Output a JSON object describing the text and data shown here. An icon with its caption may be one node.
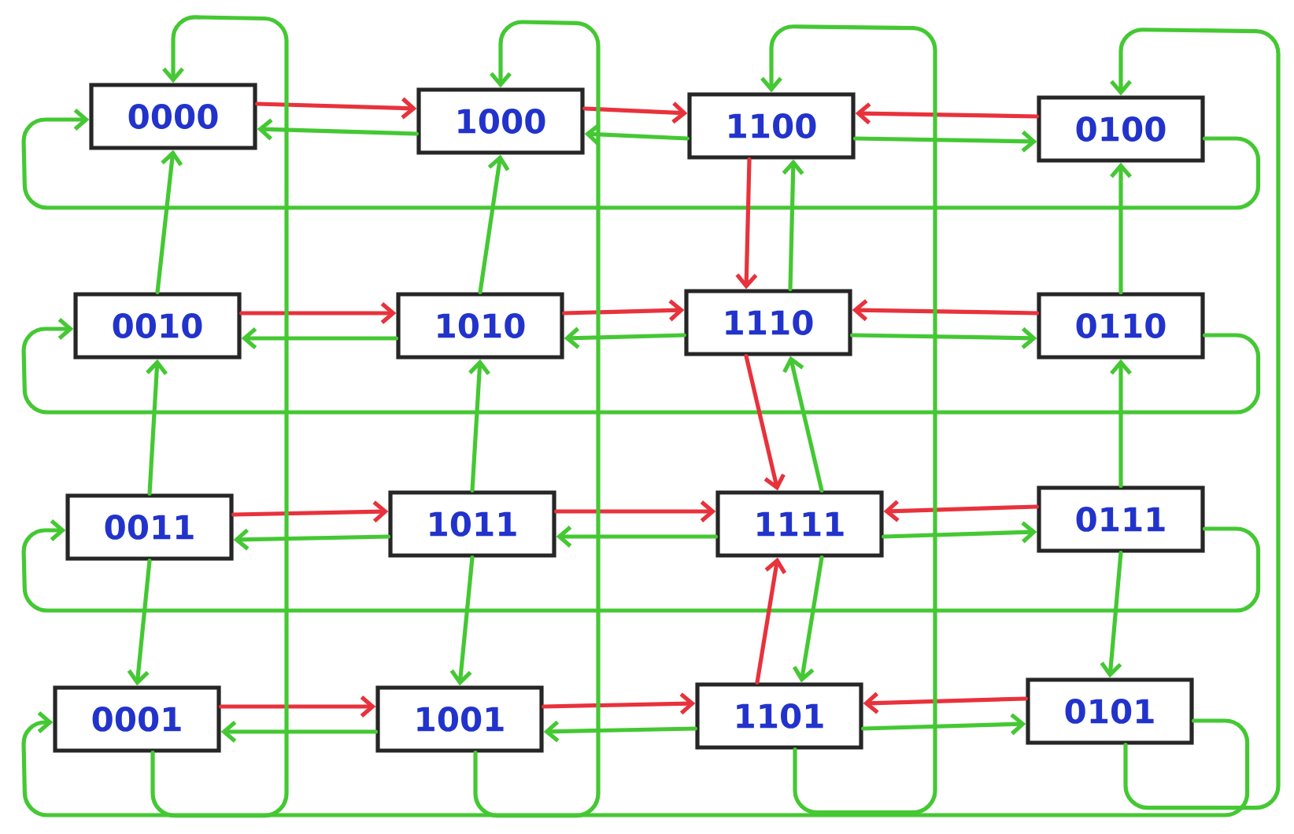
{
  "diagram": {
    "nodes": [
      {
        "text": [
          "0000"
        ]
      },
      {
        "text": [
          "1000"
        ]
      },
      {
        "text": [
          "1100"
        ]
      },
      {
        "text": [
          "0100"
        ]
      },
      {
        "text": [
          "0010"
        ]
      },
      {
        "text": [
          "1010"
        ]
      },
      {
        "text": [
          "1110"
        ]
      },
      {
        "text": [
          "0110"
        ]
      },
      {
        "text": [
          "0011"
        ]
      },
      {
        "text": [
          "1011"
        ]
      },
      {
        "text": [
          "1111"
        ]
      },
      {
        "text": [
          "0111"
        ]
      },
      {
        "text": [
          "0001"
        ]
      },
      {
        "text": [
          "1001"
        ]
      },
      {
        "text": [
          "1101"
        ]
      },
      {
        "text": [
          "0101"
        ]
      }
    ],
    "edges": [
      {
        "from": 0,
        "to": 1,
        "arrow": "to",
        "color": "#e8323c"
      },
      {
        "from": 1,
        "to": 0,
        "arrow": "to"
      },
      {
        "from": 1,
        "to": 2,
        "arrow": "to",
        "color": "#e8323c"
      },
      {
        "from": 2,
        "to": 1,
        "arrow": "to"
      },
      {
        "from": 3,
        "to": 2,
        "arrow": "to",
        "color": "#e8323c"
      },
      {
        "from": 2,
        "to": 3,
        "arrow": "to"
      },
      {
        "from": 3,
        "to": 0,
        "arrow": "to"
      },
      {
        "from": 4,
        "to": 5,
        "arrow": "to",
        "color": "#e8323c"
      },
      {
        "from": 5,
        "to": 4,
        "arrow": "to"
      },
      {
        "from": 5,
        "to": 6,
        "arrow": "to",
        "color": "#e8323c"
      },
      {
        "from": 6,
        "to": 5,
        "arrow": "to"
      },
      {
        "from": 7,
        "to": 6,
        "arrow": "to",
        "color": "#e8323c"
      },
      {
        "from": 6,
        "to": 7,
        "arrow": "to"
      },
      {
        "from": 7,
        "to": 4,
        "arrow": "to"
      },
      {
        "from": 8,
        "to": 9,
        "arrow": "to",
        "color": "#e8323c"
      },
      {
        "from": 9,
        "to": 8,
        "arrow": "to"
      },
      {
        "from": 9,
        "to": 10,
        "arrow": "to",
        "color": "#e8323c"
      },
      {
        "from": 10,
        "to": 9,
        "arrow": "to"
      },
      {
        "from": 11,
        "to": 10,
        "arrow": "to",
        "color": "#e8323c"
      },
      {
        "from": 10,
        "to": 11,
        "arrow": "to"
      },
      {
        "from": 11,
        "to": 8,
        "arrow": "to"
      },
      {
        "from": 12,
        "to": 13,
        "arrow": "to",
        "color": "#e8323c"
      },
      {
        "from": 13,
        "to": 12,
        "arrow": "to"
      },
      {
        "from": 13,
        "to": 14,
        "arrow": "to",
        "color": "#e8323c"
      },
      {
        "from": 14,
        "to": 13,
        "arrow": "to"
      },
      {
        "from": 15,
        "to": 14,
        "arrow": "to",
        "color": "#e8323c"
      },
      {
        "from": 14,
        "to": 15,
        "arrow": "to"
      },
      {
        "from": 15,
        "to": 12,
        "arrow": "to"
      },
      {
        "from": 4,
        "to": 0,
        "arrow": "to"
      },
      {
        "from": 8,
        "to": 4,
        "arrow": "to"
      },
      {
        "from": 8,
        "to": 12,
        "arrow": "to"
      },
      {
        "from": 12,
        "to": 0,
        "arrow": "to"
      },
      {
        "from": 5,
        "to": 1,
        "arrow": "to"
      },
      {
        "from": 9,
        "to": 5,
        "arrow": "to"
      },
      {
        "from": 9,
        "to": 13,
        "arrow": "to"
      },
      {
        "from": 13,
        "to": 1,
        "arrow": "to"
      },
      {
        "from": 2,
        "to": 6,
        "arrow": "to",
        "color": "#e8323c"
      },
      {
        "from": 6,
        "to": 2,
        "arrow": "to"
      },
      {
        "from": 6,
        "to": 10,
        "arrow": "to",
        "color": "#e8323c"
      },
      {
        "from": 10,
        "to": 6,
        "arrow": "to"
      },
      {
        "from": 10,
        "to": 14,
        "arrow": "to"
      },
      {
        "from": 14,
        "to": 10,
        "arrow": "to",
        "color": "#e8323c"
      },
      {
        "from": 14,
        "to": 2,
        "arrow": "to"
      },
      {
        "from": 7,
        "to": 3,
        "arrow": "to"
      },
      {
        "from": 11,
        "to": 7,
        "arrow": "to"
      },
      {
        "from": 11,
        "to": 15,
        "arrow": "to"
      },
      {
        "from": 15,
        "to": 3,
        "arrow": "to"
      }
    ]
  }
}
